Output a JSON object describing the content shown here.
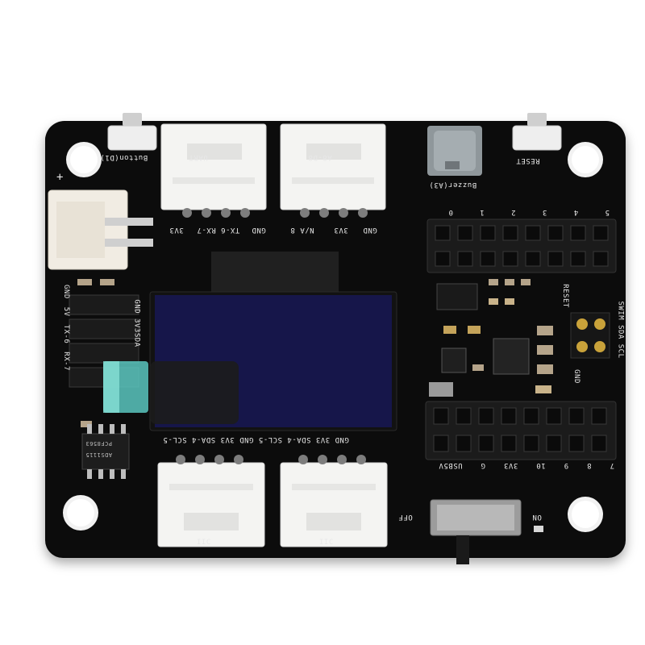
{
  "board": {
    "colors": {
      "pcb": "#0c0c0c",
      "silkscreen": "#e8e8e8",
      "connector": "#f4f4f2",
      "header": "#1b1b1b",
      "oled_glass": "#16164a",
      "gold": "#c9a23a"
    },
    "connectors": {
      "uart": "UART",
      "a8_d8": "A8-D8",
      "iic_left": "IIC",
      "iic_right": "IIC"
    },
    "silkscreen": {
      "button_d1": "Button(D1)",
      "reset_top": "RESET",
      "buzzer": "Buzzer(A3)",
      "plus": "+",
      "uart_pins": "TX-6 RX-7",
      "uart_pins_left": "3V3",
      "uart_gnd": "GND",
      "a8_pins": "N/A 8",
      "a8_3v3": "3V3",
      "a8_gnd": "GND",
      "header_top_nums": [
        "5",
        "4",
        "3",
        "2",
        "1",
        "0"
      ],
      "left_column": [
        "GND",
        "5V",
        "TX-6",
        "RX-7"
      ],
      "oled_side": "GND 3V3SDA",
      "bottom_oled": "GND 3V3 SDA-4 SCL-5 GND 3V3 SDA-4 SCL-5",
      "header_bottom": [
        "7",
        "8",
        "9",
        "10",
        "3V3",
        "G",
        "USB5V"
      ],
      "reset_side": "RESET",
      "swim": "SWIM SDA SCL",
      "gnd_side": "GND",
      "off": "OFF",
      "on": "ON",
      "chip_lines": [
        "PCF8563",
        "ADS1115"
      ]
    }
  }
}
